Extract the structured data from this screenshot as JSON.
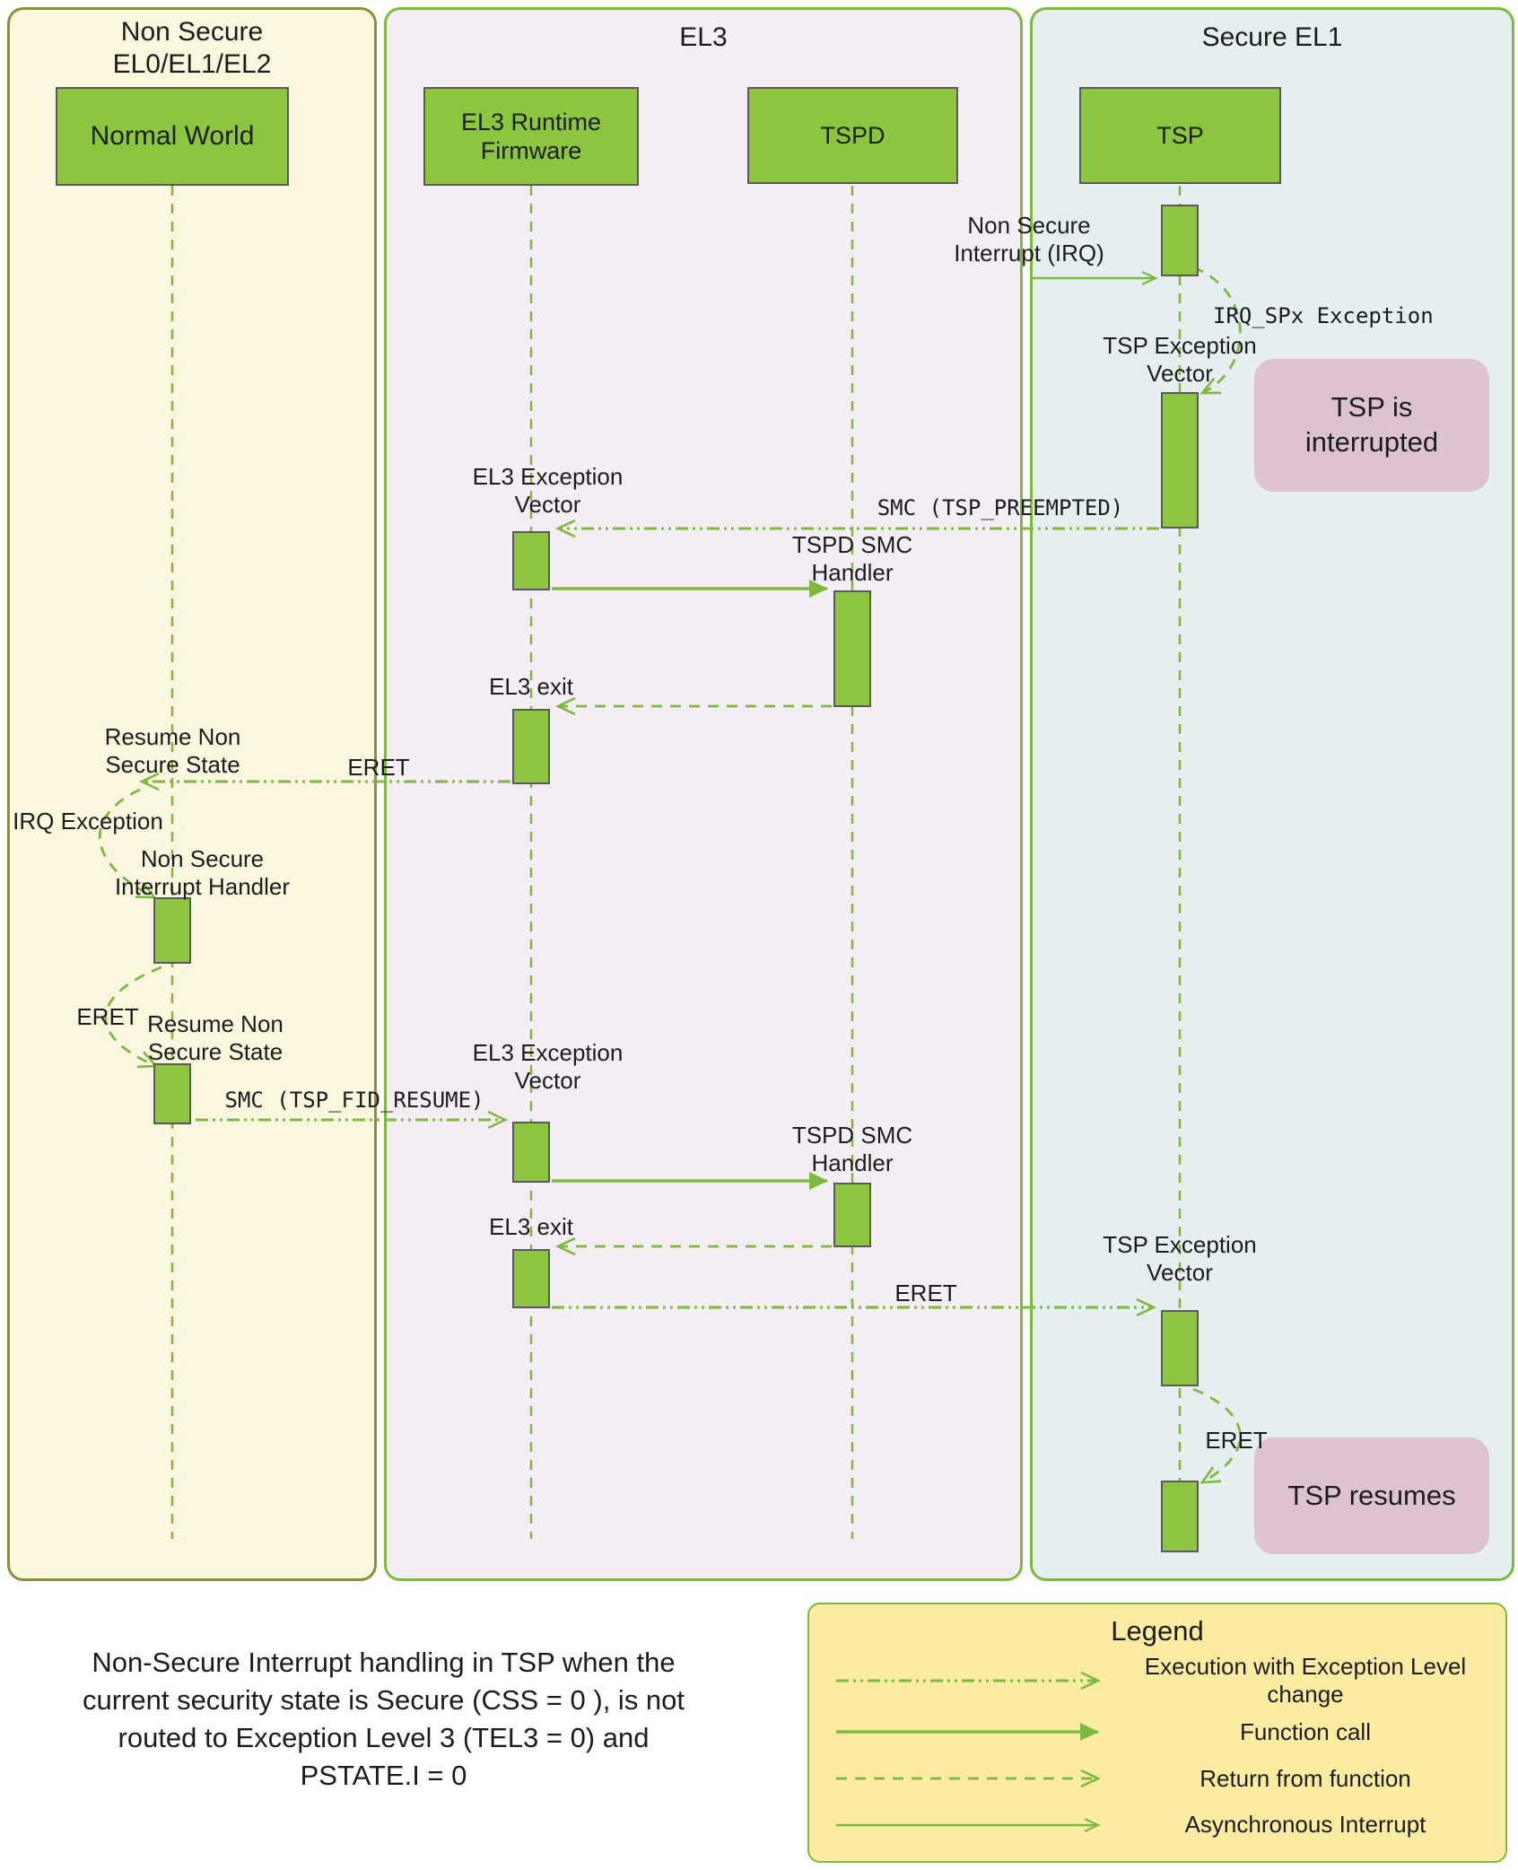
{
  "panels": {
    "non_secure": {
      "title": "Non Secure\nEL0/EL1/EL2"
    },
    "el3": {
      "title": "EL3"
    },
    "secure_el1": {
      "title": "Secure EL1"
    }
  },
  "actors": {
    "normal_world": "Normal World",
    "el3_runtime": "EL3 Runtime\nFirmware",
    "tspd": "TSPD",
    "tsp": "TSP"
  },
  "labels": {
    "non_secure_interrupt": "Non Secure\nInterrupt (IRQ)",
    "irq_spx_exception": "IRQ_SPx Exception",
    "tsp_exception_vector_1": "TSP Exception\nVector",
    "smc_tsp_preempted": "SMC (TSP_PREEMPTED)",
    "el3_exception_vector_1": "EL3 Exception\nVector",
    "tspd_smc_handler_1": "TSPD SMC\nHandler",
    "el3_exit_1": "EL3 exit",
    "eret_1": "ERET",
    "resume_non_secure_1": "Resume Non\nSecure State",
    "irq_exception": "IRQ Exception",
    "ns_interrupt_handler": "Non Secure\nInterrupt Handler",
    "eret_2": "ERET",
    "resume_non_secure_2": "Resume Non\nSecure State",
    "smc_tsp_fid_resume": "SMC (TSP_FID_RESUME)",
    "el3_exception_vector_2": "EL3 Exception\nVector",
    "tspd_smc_handler_2": "TSPD SMC\nHandler",
    "el3_exit_2": "EL3 exit",
    "eret_3": "ERET",
    "tsp_exception_vector_2": "TSP Exception\nVector",
    "eret_4": "ERET"
  },
  "annotations": {
    "tsp_interrupted": "TSP is\ninterrupted",
    "tsp_resumes": "TSP resumes"
  },
  "caption": "Non-Secure Interrupt handling in TSP when the\ncurrent security state is Secure (CSS = 0 ), is not\nrouted to Exception Level 3 (TEL3 = 0) and\nPSTATE.I = 0",
  "legend": {
    "title": "Legend",
    "items": [
      {
        "style": "exec-change",
        "label": "Execution with Exception Level\nchange"
      },
      {
        "style": "function-call",
        "label": "Function call"
      },
      {
        "style": "return",
        "label": "Return from function"
      },
      {
        "style": "async-interrupt",
        "label": "Asynchronous Interrupt"
      }
    ]
  },
  "colors": {
    "green": "#7cb93e",
    "box_green": "#8cc63e",
    "box_border": "#595959",
    "panel_non_secure_bg": "#fbf6de",
    "panel_non_secure_border": "#8e8e3a",
    "panel_el3_bg": "#f5edf4",
    "panel_secure_bg": "#e6efef",
    "annotation_pink": "#ddc2d2",
    "legend_bg": "#fbeca1",
    "text": "#1c1c1c"
  }
}
